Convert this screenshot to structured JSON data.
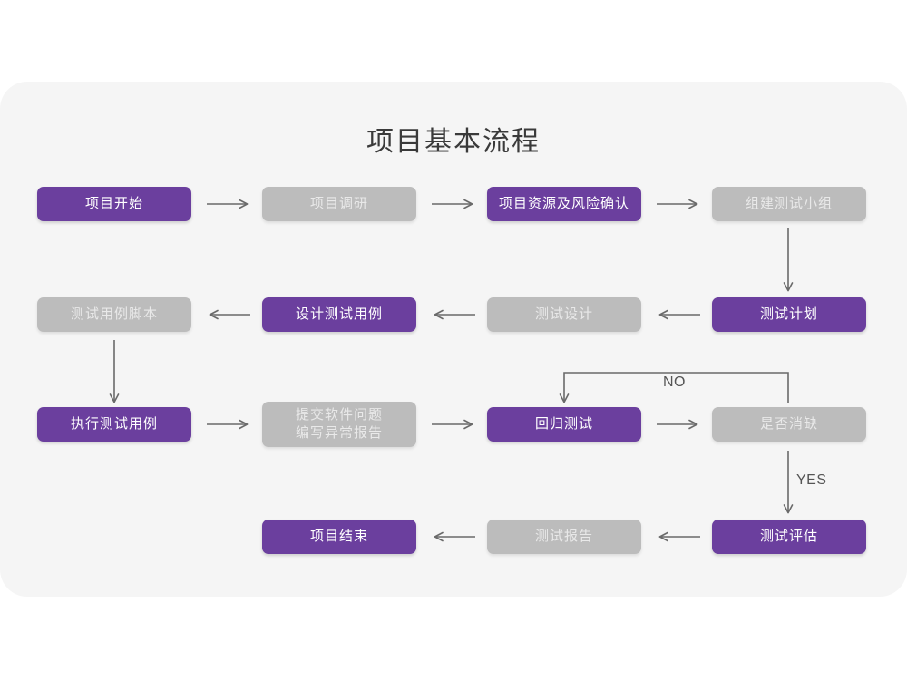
{
  "page": {
    "background": "#ffffff",
    "card_background": "#f5f5f5",
    "title": "项目基本流程"
  },
  "colors": {
    "purple": "#6b3f9e",
    "gray": "#bcbcbc",
    "purple_text": "#ffffff",
    "gray_text": "#e9e9e9",
    "arrow": "#6a6a6a",
    "title_text": "#3a3a3a",
    "label_text": "#555555"
  },
  "nodes": [
    {
      "id": "n1",
      "label": "项目开始",
      "style": "purple",
      "row": 1
    },
    {
      "id": "n2",
      "label": "项目调研",
      "style": "gray",
      "row": 1
    },
    {
      "id": "n3",
      "label": "项目资源及风险确认",
      "style": "purple",
      "row": 1
    },
    {
      "id": "n4",
      "label": "组建测试小组",
      "style": "gray",
      "row": 1
    },
    {
      "id": "n5",
      "label": "测试用例脚本",
      "style": "gray",
      "row": 2
    },
    {
      "id": "n6",
      "label": "设计测试用例",
      "style": "purple",
      "row": 2
    },
    {
      "id": "n7",
      "label": "测试设计",
      "style": "gray",
      "row": 2
    },
    {
      "id": "n8",
      "label": "测试计划",
      "style": "purple",
      "row": 2
    },
    {
      "id": "n9",
      "label": "执行测试用例",
      "style": "purple",
      "row": 3
    },
    {
      "id": "n10",
      "label": "提交软件问题\n编写异常报告",
      "style": "gray",
      "row": 3
    },
    {
      "id": "n11",
      "label": "回归测试",
      "style": "purple",
      "row": 3
    },
    {
      "id": "n12",
      "label": "是否消缺",
      "style": "gray",
      "row": 3
    },
    {
      "id": "n13",
      "label": "项目结束",
      "style": "purple",
      "row": 4
    },
    {
      "id": "n14",
      "label": "测试报告",
      "style": "gray",
      "row": 4
    },
    {
      "id": "n15",
      "label": "测试评估",
      "style": "purple",
      "row": 4
    }
  ],
  "edge_labels": {
    "no": "NO",
    "yes": "YES"
  }
}
